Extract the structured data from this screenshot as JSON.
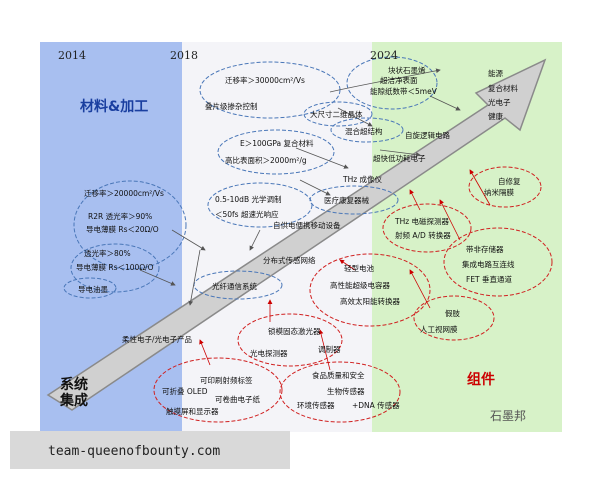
{
  "years": [
    "2014",
    "2018",
    "2024"
  ],
  "sections": {
    "materials": "材料&加工",
    "integration": "系统集成",
    "components": "组件"
  },
  "brand": "石墨邦",
  "watermark": "team-queenofbounty.com",
  "labels": [
    {
      "id": "mobility-30000",
      "text": "迁移率＞30000cm²/Vs"
    },
    {
      "id": "multilayer-growth",
      "text": "叠片级掺杂控制"
    },
    {
      "id": "large-2d-crystal",
      "text": "大尺寸二维晶体"
    },
    {
      "id": "bulk-graphene",
      "text": "块状石墨烯"
    },
    {
      "id": "ultra-clean",
      "text": "超洁净表面"
    },
    {
      "id": "bandgap",
      "text": "能隙纸数带＜5meV"
    },
    {
      "id": "e100gpa",
      "text": "E＞100GPa 复合材料"
    },
    {
      "id": "surface-area",
      "text": "高比表面积＞2000m²/g"
    },
    {
      "id": "hybrid-structure",
      "text": "混合超结构"
    },
    {
      "id": "logic-circuit",
      "text": "自旋逻辑电路"
    },
    {
      "id": "rf-electronics",
      "text": "超快低功耗电子"
    },
    {
      "id": "energy",
      "text": "能源"
    },
    {
      "id": "composite",
      "text": "复合材料"
    },
    {
      "id": "optoelectronics",
      "text": "光电子"
    },
    {
      "id": "health",
      "text": "健康"
    },
    {
      "id": "mobility-20000",
      "text": "迁移率＞20000cm²/Vs"
    },
    {
      "id": "r2r-transmittance",
      "text": "R2R 透光率＞90%"
    },
    {
      "id": "sheet-resistance-20",
      "text": "导电薄膜 Rs＜20Ω/O"
    },
    {
      "id": "optical-modulation",
      "text": "0.5-10dB 光学调制"
    },
    {
      "id": "response-50fs",
      "text": "＜50fs 超速光响应"
    },
    {
      "id": "thz-imager",
      "text": "THz 成像仪"
    },
    {
      "id": "medical-device",
      "text": "医疗康复器械"
    },
    {
      "id": "self-powered",
      "text": "自供电便携移动设备"
    },
    {
      "id": "transmittance-80",
      "text": "透光率＞80%"
    },
    {
      "id": "sheet-resistance-100",
      "text": "导电薄膜 Rs＜100Ω/O"
    },
    {
      "id": "flexible-sensors",
      "text": "分布式传感网络"
    },
    {
      "id": "thz-detector",
      "text": "THz 电磁探测器"
    },
    {
      "id": "rf-ad",
      "text": "射频 A/D 转换器"
    },
    {
      "id": "self-healing",
      "text": "自修复"
    },
    {
      "id": "nano-film",
      "text": "纳米隔膜"
    },
    {
      "id": "conductive-ink",
      "text": "导电油墨"
    },
    {
      "id": "optical-comm",
      "text": "光纤通信系统"
    },
    {
      "id": "battery",
      "text": "轻型电池"
    },
    {
      "id": "supercapacitor",
      "text": "高性能超级电容器"
    },
    {
      "id": "solar",
      "text": "高效太阳能转换器"
    },
    {
      "id": "spin-storage",
      "text": "带非存储器"
    },
    {
      "id": "integrated-circuit",
      "text": "集成电路互连线"
    },
    {
      "id": "fet-channel",
      "text": "FET 垂直通道"
    },
    {
      "id": "flexible-electronics",
      "text": "柔性电子/光电子产品"
    },
    {
      "id": "mode-locked-laser",
      "text": "锁模固态激光器"
    },
    {
      "id": "photodetector",
      "text": "光电探测器"
    },
    {
      "id": "modulator",
      "text": "调制器"
    },
    {
      "id": "membrane",
      "text": "假肢"
    },
    {
      "id": "artificial-retina",
      "text": "人工视网膜"
    },
    {
      "id": "printable-rf",
      "text": "可印刷射频标签"
    },
    {
      "id": "foldable-oled",
      "text": "可折叠 OLED"
    },
    {
      "id": "rollable-paper",
      "text": "可卷曲电子纸"
    },
    {
      "id": "touch-display",
      "text": "触摸屏和显示器"
    },
    {
      "id": "food-safety",
      "text": "食品质量和安全"
    },
    {
      "id": "bio-sensors",
      "text": "生物传感器"
    },
    {
      "id": "env-sensors",
      "text": "环境传感器"
    },
    {
      "id": "dna-sensors",
      "text": "+DNA 传感器"
    }
  ]
}
